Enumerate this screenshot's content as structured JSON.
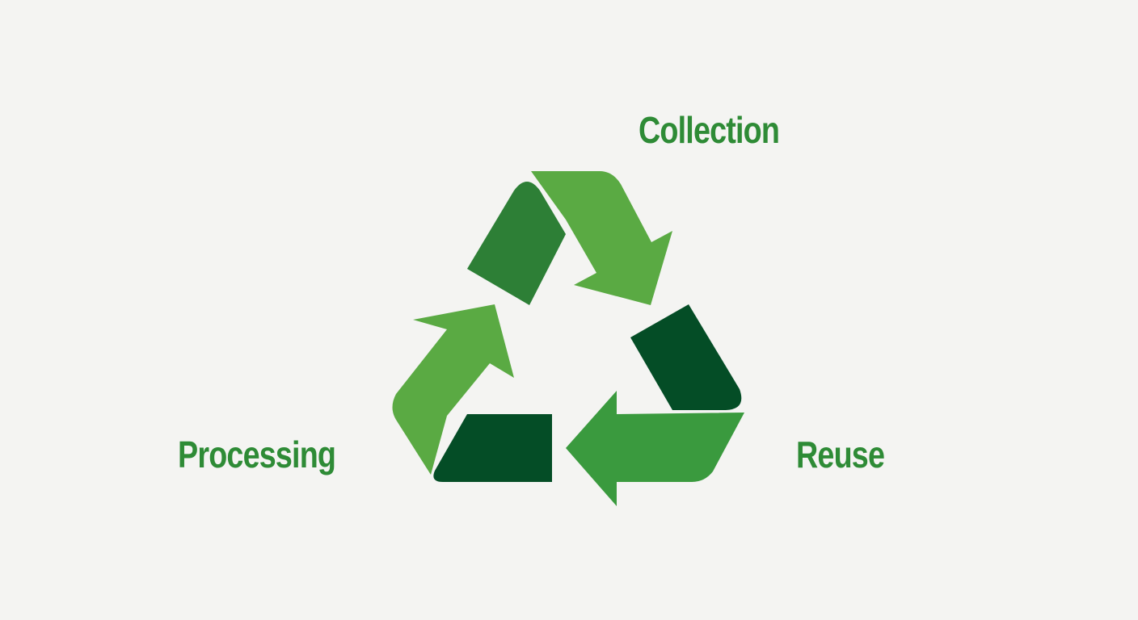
{
  "labels": {
    "collection": "Collection",
    "processing": "Processing",
    "reuse": "Reuse"
  },
  "colors": {
    "background": "#f4f4f2",
    "label": "#2e8b36",
    "arrow_light": "#5aaa43",
    "arrow_mid": "#2d7f36",
    "arrow_dark": "#044d26",
    "arrow_reuse": "#3a9a3e"
  },
  "icon": "recycle-icon"
}
